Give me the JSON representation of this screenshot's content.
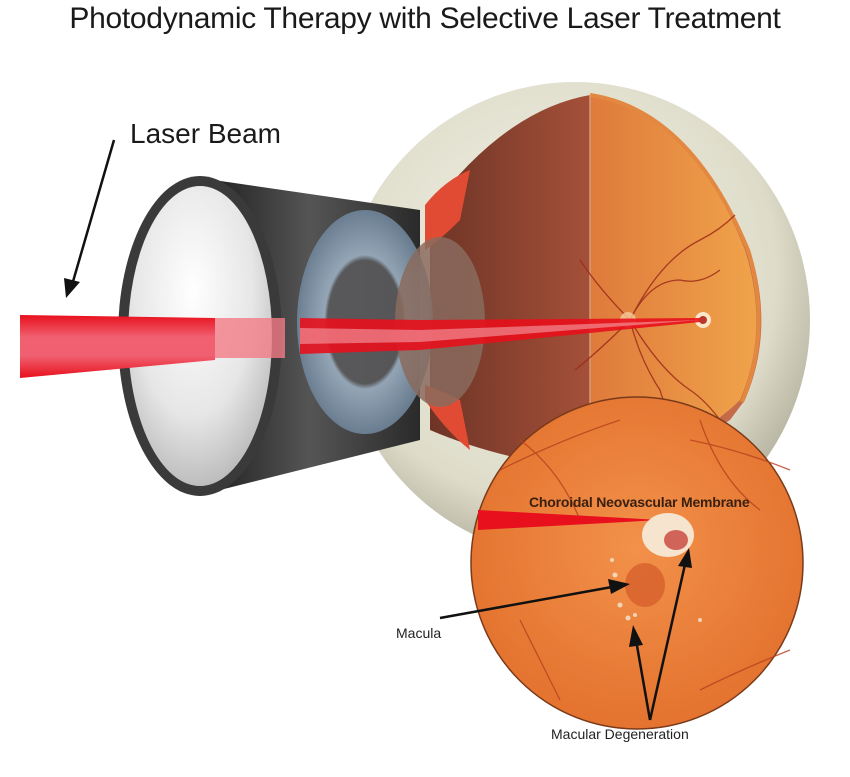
{
  "title": "Photodynamic Therapy with Selective Laser Treatment",
  "labels": {
    "laser_beam": "Laser Beam",
    "choroidal_neovascular_membrane": "Choroidal Neovascular Membrane",
    "macula": "Macula",
    "macular_degeneration": "Macular Degeneration"
  },
  "colors": {
    "laser_red": "#e8101c",
    "retina_orange": "#e8792e",
    "sclera": "#e4e2d4",
    "lens_housing": "#2b2b2b",
    "iris_blue": "#8fa4b8",
    "text": "#1a1a1a"
  }
}
